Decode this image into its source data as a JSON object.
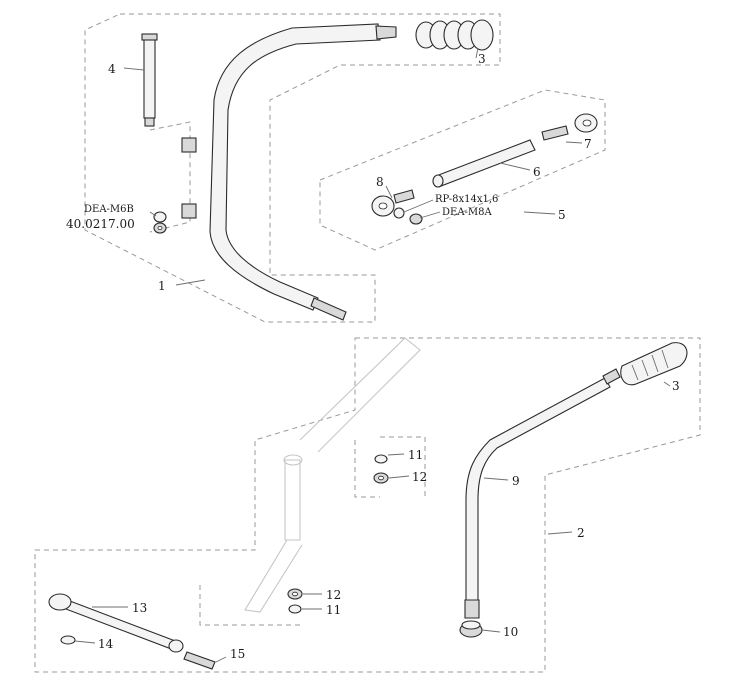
{
  "callouts": {
    "c1": "1",
    "c2": "2",
    "c3a": "3",
    "c3b": "3",
    "c4": "4",
    "c5": "5",
    "c6": "6",
    "c7": "7",
    "c8": "8",
    "c9": "9",
    "c10": "10",
    "c11a": "11",
    "c11b": "11",
    "c12a": "12",
    "c12b": "12",
    "c13": "13",
    "c14": "14",
    "c15": "15"
  },
  "part_codes": {
    "dea_m6b": "DEA-M6B",
    "code_40": "40.0217.00",
    "rp": "RP-8x14x1,6",
    "dea_m8a": "DEA-M8A"
  }
}
